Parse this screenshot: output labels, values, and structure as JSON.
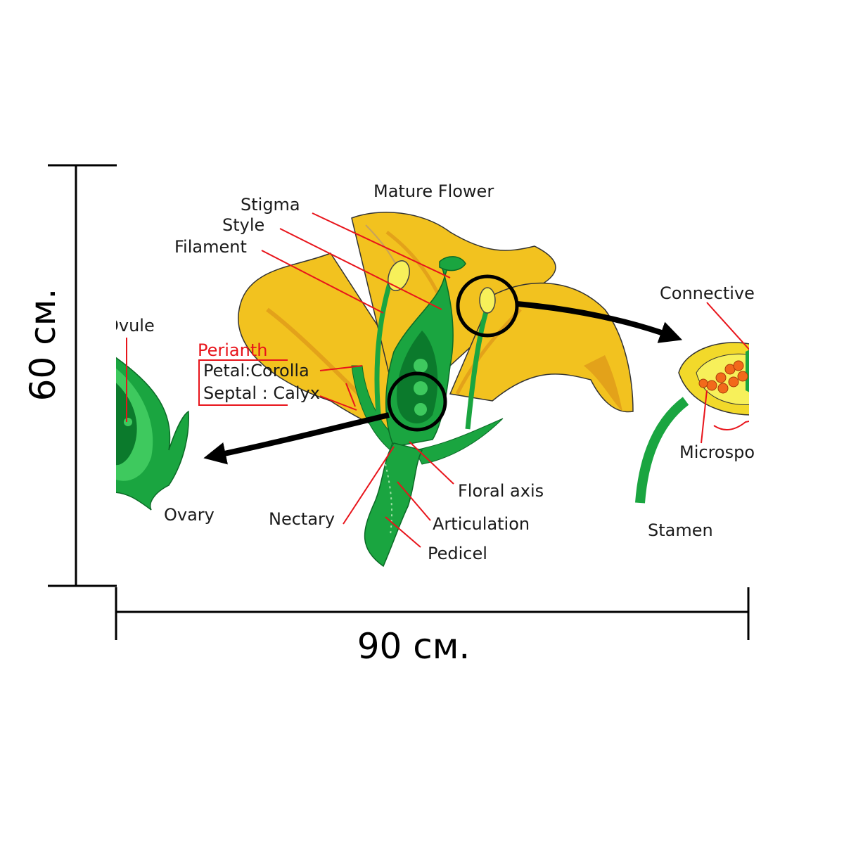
{
  "diagram": {
    "title": "Mature Flower",
    "dimensions": {
      "height_label": "60 см.",
      "width_label": "90 см."
    },
    "labels": {
      "stigma": "Stigma",
      "style": "Style",
      "filament": "Filament",
      "ovule": "Ovule",
      "perianth": "Perianth",
      "petal": "Petal:Corolla",
      "sepal": "Septal : Calyx",
      "connective": "Connective",
      "microspore": "Microspo",
      "stamen": "Stamen",
      "ovary": "Ovary",
      "nectary": "Nectary",
      "floral_axis": "Floral axis",
      "articulation": "Articulation",
      "pedicel": "Pedicel"
    },
    "colors": {
      "petal": "#f2c21f",
      "petal_shade": "#e3a21a",
      "green": "#1aa540",
      "green_dark": "#0b7a2c",
      "green_light": "#3ec95e",
      "leader": "#e8141b",
      "spore": "#f26a1b"
    }
  }
}
